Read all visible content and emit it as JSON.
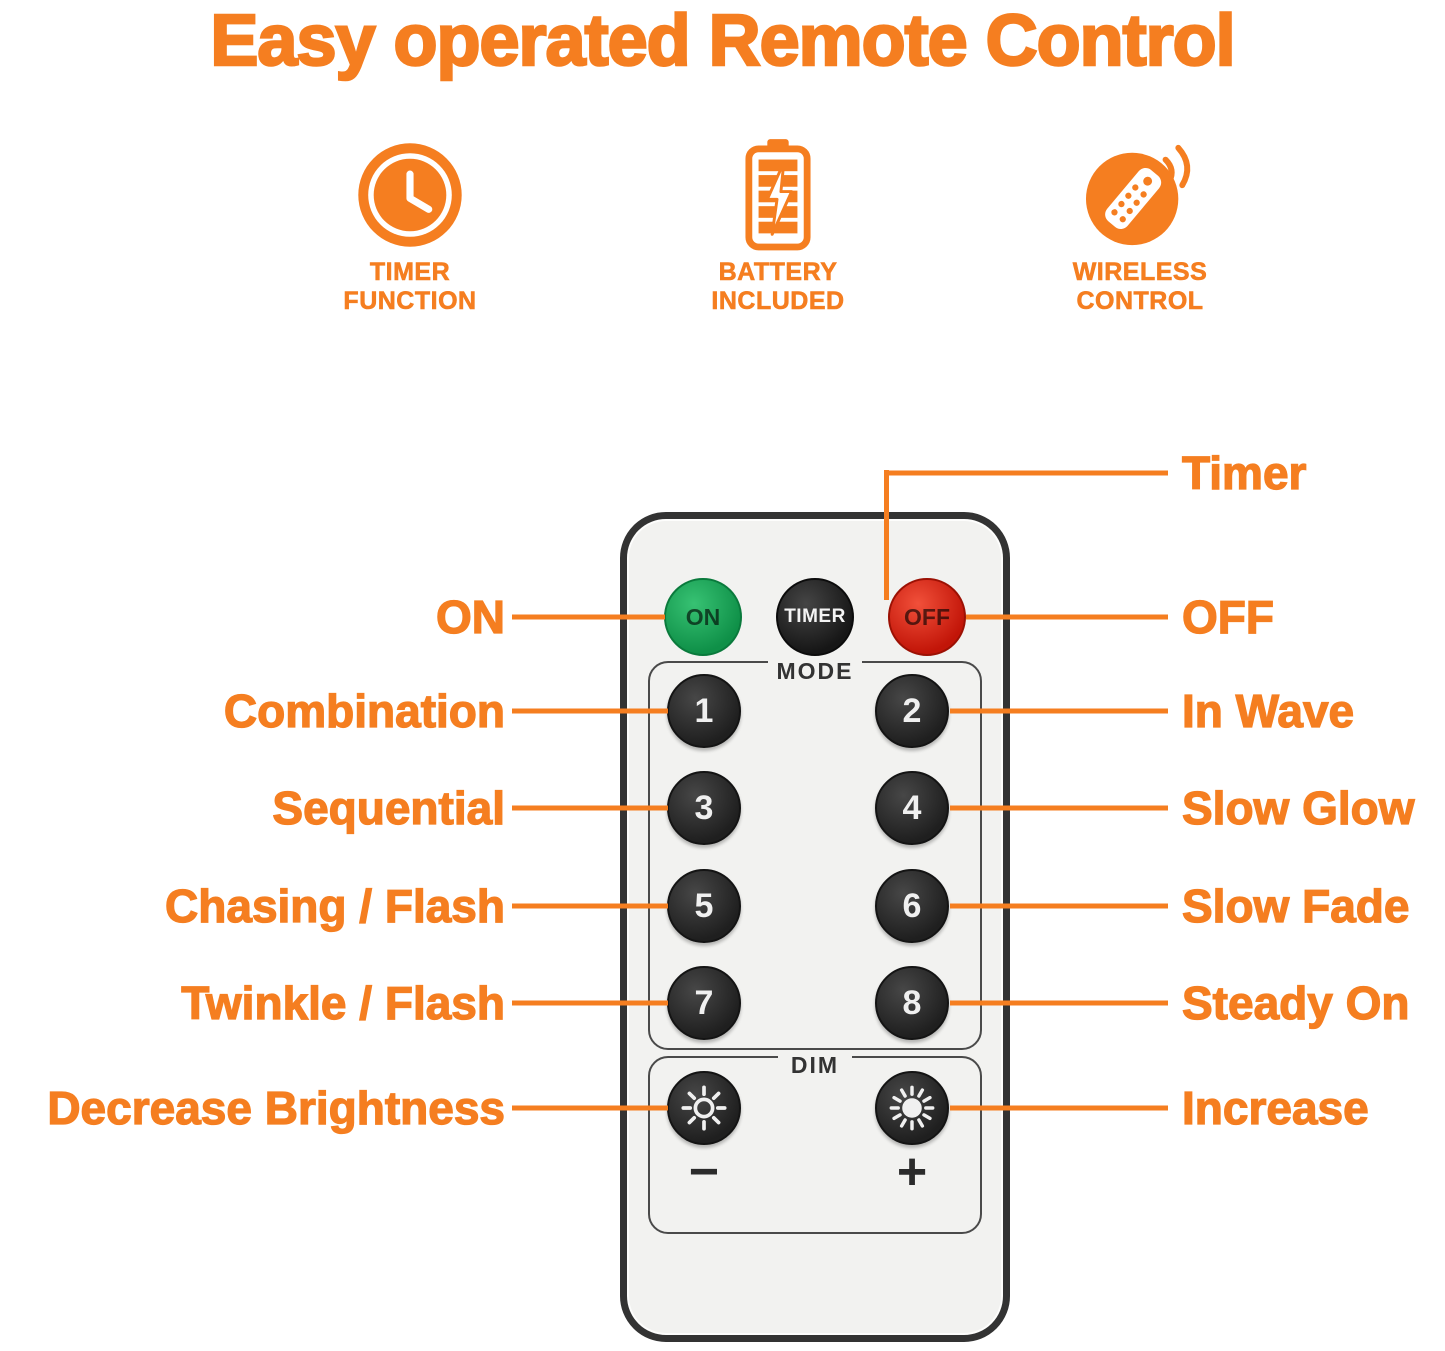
{
  "title": "Easy operated Remote Control",
  "features": [
    {
      "icon": "timer-clock-icon",
      "line1": "TIMER",
      "line2": "FUNCTION"
    },
    {
      "icon": "battery-icon",
      "line1": "BATTERY",
      "line2": "INCLUDED"
    },
    {
      "icon": "wireless-remote-icon",
      "line1": "WIRELESS",
      "line2": "CONTROL"
    }
  ],
  "remote": {
    "on_label": "ON",
    "timer_label": "TIMER",
    "off_label": "OFF",
    "mode_label": "MODE",
    "mode_buttons": [
      "1",
      "2",
      "3",
      "4",
      "5",
      "6",
      "7",
      "8"
    ],
    "dim_label": "DIM",
    "minus_label": "−",
    "plus_label": "+"
  },
  "annotations": {
    "timer": "Timer",
    "rows": [
      {
        "left": "ON",
        "right": "OFF"
      },
      {
        "left": "Combination",
        "right": "In Wave"
      },
      {
        "left": "Sequential",
        "right": "Slow Glow"
      },
      {
        "left": "Chasing / Flash",
        "right": "Slow Fade"
      },
      {
        "left": "Twinkle / Flash",
        "right": "Steady On"
      },
      {
        "left": "Decrease Brightness",
        "right": "Increase"
      }
    ]
  },
  "colors": {
    "accent_orange": "#F57E20",
    "on_green": "#18A452",
    "off_red": "#D6200F",
    "button_dark": "#262626",
    "remote_body": "#F2F2F0"
  }
}
